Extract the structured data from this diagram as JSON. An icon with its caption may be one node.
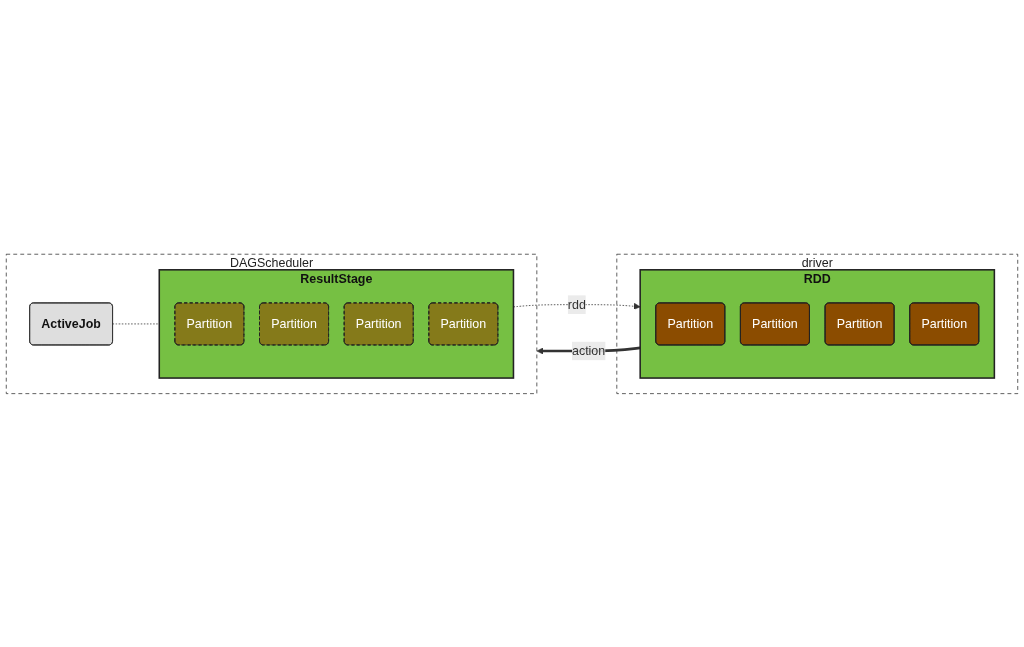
{
  "diagram": {
    "nodes": [
      {
        "text": [
          "driver"
        ]
      },
      {
        "text": [
          "RDD"
        ],
        "in": 0
      },
      {
        "text": [
          "Partition"
        ],
        "in": 1
      },
      {
        "text": [
          "Partition"
        ],
        "in": 1
      },
      {
        "text": [
          "Partition"
        ],
        "in": 1
      },
      {
        "text": [
          "Partition"
        ],
        "in": 1
      },
      {
        "text": [
          "DAGScheduler"
        ]
      },
      {
        "text": [
          "ActiveJob"
        ],
        "in": 6
      },
      {
        "text": [
          "ResultStage"
        ],
        "in": 6
      },
      {
        "text": [
          "Partition"
        ],
        "in": 8
      },
      {
        "text": [
          "Partition"
        ],
        "in": 8
      },
      {
        "text": [
          "Partition"
        ],
        "in": 8
      },
      {
        "text": [
          "Partition"
        ],
        "in": 8
      }
    ],
    "edges": [
      {
        "from": 1,
        "to": 6,
        "label": "action",
        "arrow": "to",
        "style": "thick"
      },
      {
        "from": 8,
        "to": 1,
        "label": "rdd",
        "arrow": "to",
        "style": "dashed"
      },
      {
        "from": 7,
        "to": 8,
        "arrow": "none",
        "style": "dashed"
      }
    ]
  }
}
